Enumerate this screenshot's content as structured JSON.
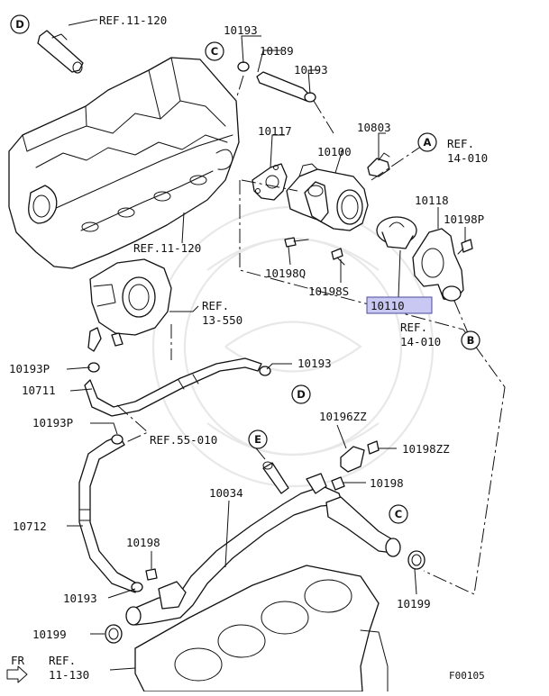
{
  "diagram_code": "F00105",
  "direction_label": "FR",
  "colors": {
    "line": "#111111",
    "highlight_fill": "#c8c8f2",
    "highlight_border": "#4a4a9a",
    "watermark": "#e8e8e8"
  },
  "references": {
    "ref_11_120_top": "REF.11-120",
    "ref_11_120_mid": "REF.11-120",
    "ref_13_550_a": "REF.",
    "ref_13_550_b": "13-550",
    "ref_14_010_a_top": "REF.",
    "ref_14_010_a_bot": "14-010",
    "ref_14_010_b_top": "REF.",
    "ref_14_010_b_bot": "14-010",
    "ref_55_010": "REF.55-010",
    "ref_11_130_top": "REF.",
    "ref_11_130_bot": "11-130"
  },
  "callouts": {
    "A": "A",
    "B": "B",
    "C": "C",
    "D": "D",
    "E": "E"
  },
  "parts": {
    "p10193_top": "10193",
    "p10189": "10189",
    "p10193_mid": "10193",
    "p10803": "10803",
    "p10117": "10117",
    "p10100": "10100",
    "p10118": "10118",
    "p10198P": "10198P",
    "p10198Q": "10198Q",
    "p10198S": "10198S",
    "p10110": "10110",
    "p10193P_a": "10193P",
    "p10711": "10711",
    "p10193_right": "10193",
    "p10193P_b": "10193P",
    "p10196ZZ": "10196ZZ",
    "p10198ZZ": "10198ZZ",
    "p10198_right": "10198",
    "p10034": "10034",
    "p10712": "10712",
    "p10198_left": "10198",
    "p10193_bottom": "10193",
    "p10199_right": "10199",
    "p10199_left": "10199"
  }
}
